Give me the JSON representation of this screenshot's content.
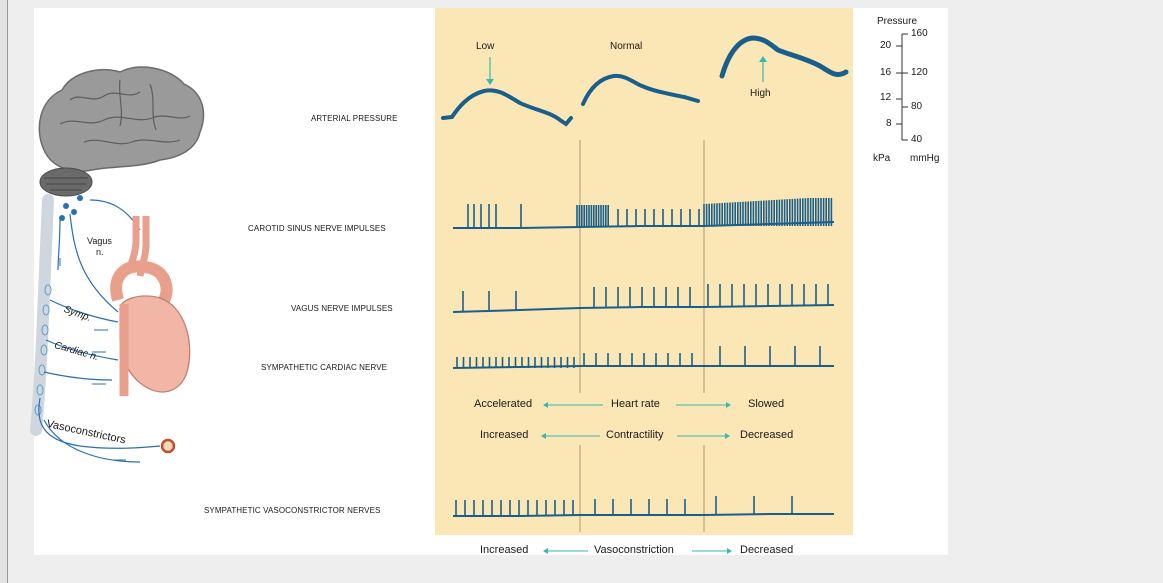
{
  "rows": {
    "arterial": "ARTERIAL PRESSURE",
    "carotid": "CAROTID SINUS NERVE IMPULSES",
    "vagus": "VAGUS NERVE IMPULSES",
    "sympathetic_cardiac": "SYMPATHETIC CARDIAC NERVE",
    "sympathetic_vaso": "SYMPATHETIC VASOCONSTRICTOR NERVES"
  },
  "pressure_levels": {
    "low": "Low",
    "normal": "Normal",
    "high": "High"
  },
  "scale": {
    "title": "Pressure",
    "kpa_ticks": [
      "20",
      "16",
      "12",
      "8"
    ],
    "mmhg_ticks": [
      "160",
      "120",
      "80",
      "40"
    ],
    "kpa_unit": "kPa",
    "mmhg_unit": "mmHg"
  },
  "effects": {
    "heart_rate": {
      "left": "Accelerated",
      "center": "Heart rate",
      "right": "Slowed"
    },
    "contractility": {
      "left": "Increased",
      "center": "Contractility",
      "right": "Decreased"
    },
    "vasoconstriction": {
      "left": "Increased",
      "center": "Vasoconstriction",
      "right": "Decreased"
    }
  },
  "anatomy": {
    "vagus": "Vagus",
    "vagus_n": "n.",
    "symp": "Symp.",
    "cardiac": "Cardiac n.",
    "vasoconstrictors": "Vasoconstrictors"
  },
  "colors": {
    "trace": "#1a5f8c",
    "panel": "#fbe6b6",
    "arrow": "#3bb7b0"
  }
}
